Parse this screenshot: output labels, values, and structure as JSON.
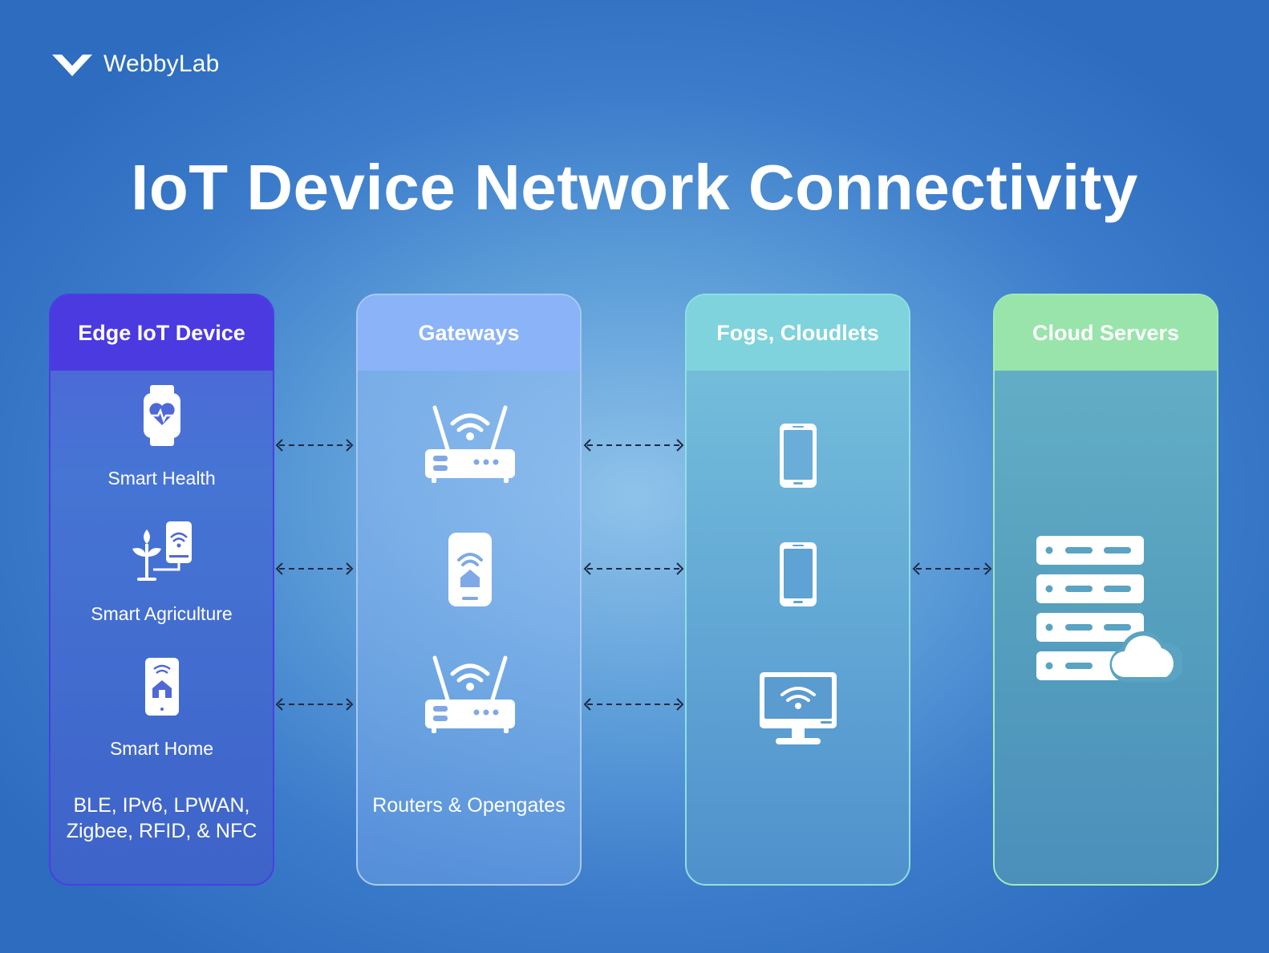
{
  "brand": {
    "name": "WebbyLab",
    "logo_icon": "webbylab-logo-icon"
  },
  "title": "IoT Device Network Connectivity",
  "columns": [
    {
      "header": "Edge IoT Device",
      "color": "#4a3ae0",
      "items": [
        {
          "label": "Smart Health",
          "icon": "smartwatch-heart-icon"
        },
        {
          "label": "Smart Agriculture",
          "icon": "plant-phone-wifi-icon"
        },
        {
          "label": "Smart Home",
          "icon": "phone-home-wifi-icon"
        }
      ],
      "note": "BLE, IPv6, LPWAN, Zigbee, RFID, & NFC"
    },
    {
      "header": "Gateways",
      "color": "#8ab3f8",
      "items": [
        {
          "icon": "router-icon"
        },
        {
          "icon": "smart-hub-icon"
        },
        {
          "icon": "router-icon"
        }
      ],
      "note": "Routers & Opengates"
    },
    {
      "header": "Fogs, Cloudlets",
      "color": "#7fd3dc",
      "items": [
        {
          "icon": "smartphone-icon"
        },
        {
          "icon": "smartphone-icon"
        },
        {
          "icon": "monitor-wifi-icon"
        }
      ]
    },
    {
      "header": "Cloud Servers",
      "color": "#98e4aa",
      "items": [
        {
          "icon": "server-cloud-icon"
        }
      ]
    }
  ],
  "connections": [
    {
      "from": "Edge IoT Device",
      "to": "Gateways",
      "style": "dashed-bidirectional",
      "count": 3
    },
    {
      "from": "Gateways",
      "to": "Fogs, Cloudlets",
      "style": "dashed-bidirectional",
      "count": 3
    },
    {
      "from": "Fogs, Cloudlets",
      "to": "Cloud Servers",
      "style": "dashed-bidirectional",
      "count": 1
    }
  ]
}
